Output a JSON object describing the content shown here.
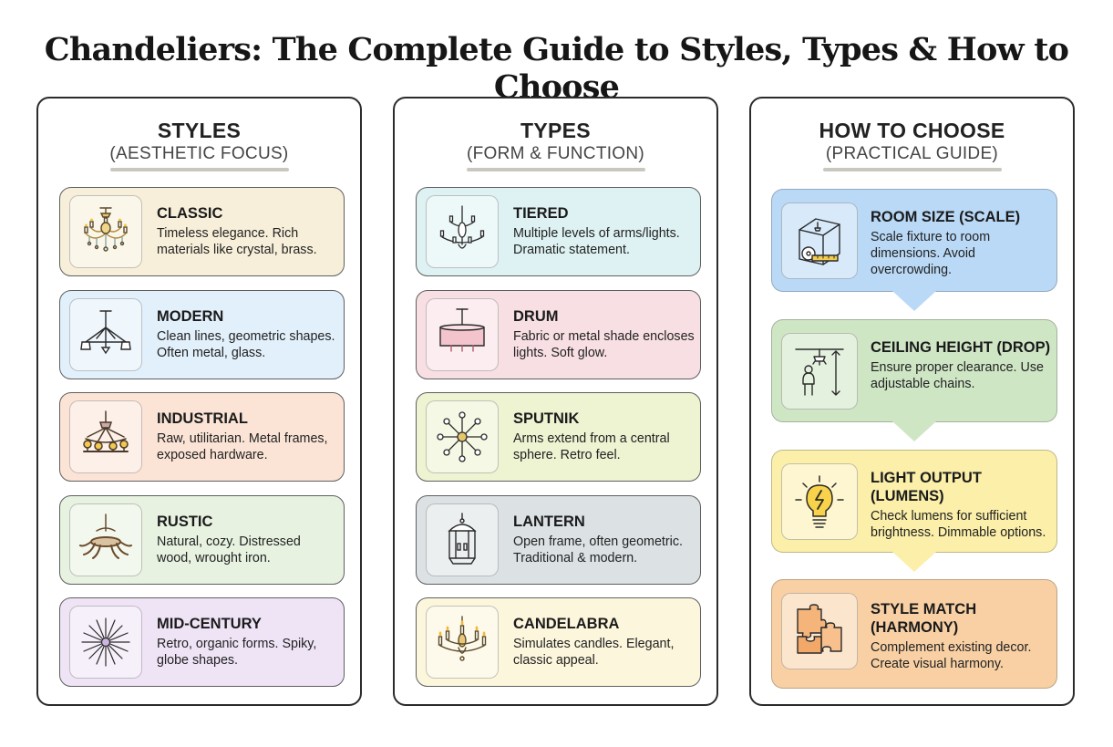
{
  "title": "Chandeliers: The Complete Guide to Styles, Types & How to Choose",
  "colors": {
    "beige": "#f7efd9",
    "blue": "#e2f0fb",
    "peach": "#fbe4d6",
    "green": "#e7f2e1",
    "lavender": "#efe4f6",
    "cyan": "#def2f3",
    "pink": "#f8dfe4",
    "lime": "#eef3d2",
    "slate": "#dce2e4",
    "cream": "#fcf6dc",
    "sky": "#b9d9f6",
    "sage": "#cfe6c5",
    "yellow": "#fbefa9",
    "orange": "#f8d0a4"
  },
  "styles": {
    "title": "STYLES",
    "subtitle": "(AESTHETIC FOCUS)",
    "items": [
      {
        "title": "CLASSIC",
        "desc": "Timeless elegance. Rich materials like crystal, brass.",
        "icon": "classic-chandelier-icon"
      },
      {
        "title": "MODERN",
        "desc": "Clean lines, geometric shapes. Often metal, glass.",
        "icon": "modern-chandelier-icon"
      },
      {
        "title": "INDUSTRIAL",
        "desc": "Raw, utilitarian. Metal frames, exposed hardware.",
        "icon": "industrial-chandelier-icon"
      },
      {
        "title": "RUSTIC",
        "desc": "Natural, cozy. Distressed wood, wrought iron.",
        "icon": "antler-chandelier-icon"
      },
      {
        "title": "MID-CENTURY",
        "desc": "Retro, organic forms. Spiky, globe shapes.",
        "icon": "starburst-chandelier-icon"
      }
    ]
  },
  "types": {
    "title": "TYPES",
    "subtitle": "(FORM & FUNCTION)",
    "items": [
      {
        "title": "TIERED",
        "desc": "Multiple levels of arms/lights. Dramatic statement.",
        "icon": "tiered-chandelier-icon"
      },
      {
        "title": "DRUM",
        "desc": "Fabric or metal shade encloses lights. Soft glow.",
        "icon": "drum-chandelier-icon"
      },
      {
        "title": "SPUTNIK",
        "desc": "Arms extend from a central sphere. Retro feel.",
        "icon": "sputnik-chandelier-icon"
      },
      {
        "title": "LANTERN",
        "desc": "Open frame, often geometric. Traditional & modern.",
        "icon": "lantern-chandelier-icon"
      },
      {
        "title": "CANDELABRA",
        "desc": "Simulates candles. Elegant, classic appeal.",
        "icon": "candelabra-chandelier-icon"
      }
    ]
  },
  "choose": {
    "title": "HOW TO CHOOSE",
    "subtitle": "(PRACTICAL GUIDE)",
    "items": [
      {
        "title": "ROOM SIZE (SCALE)",
        "desc": "Scale fixture to room dimensions. Avoid overcrowding.",
        "icon": "room-measure-icon"
      },
      {
        "title": "CEILING HEIGHT (DROP)",
        "desc": "Ensure proper clearance. Use adjustable chains.",
        "icon": "ceiling-height-icon"
      },
      {
        "title": "LIGHT OUTPUT (LUMENS)",
        "desc": "Check lumens for sufficient brightness. Dimmable options.",
        "icon": "lightbulb-icon"
      },
      {
        "title": "STYLE MATCH (HARMONY)",
        "desc": "Complement existing decor. Create visual harmony.",
        "icon": "puzzle-icon"
      }
    ]
  }
}
